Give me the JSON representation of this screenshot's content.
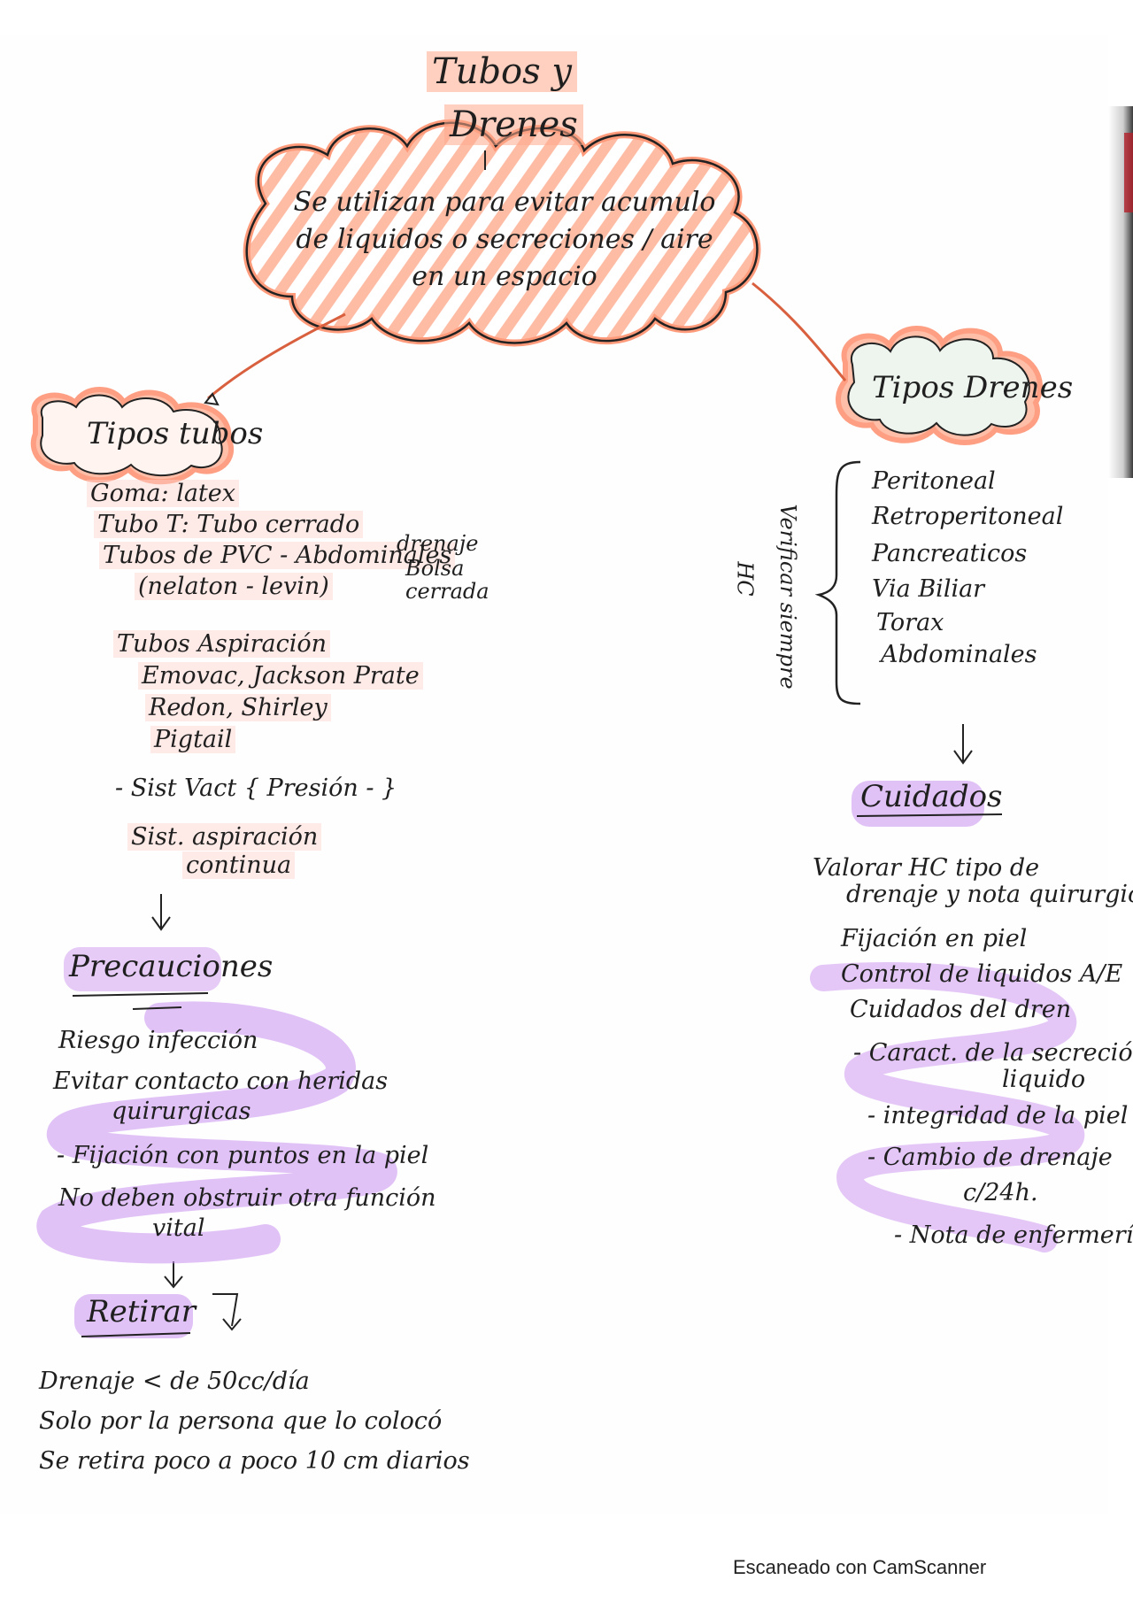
{
  "title": {
    "line1": "Tubos y",
    "line2": "Drenes"
  },
  "definition": {
    "text": "Se utilizan para evitar acumulo de liquidos o secreciones / aire en un espacio"
  },
  "left": {
    "node": "Tipos tubos",
    "items": [
      "Goma: latex",
      "Tubo T: Tubo cerrado",
      "Tubos de PVC - Abdominales",
      "(nelaton - levin)"
    ],
    "side_note": [
      "drenaje",
      "Bolsa",
      "cerrada"
    ],
    "aspiration": {
      "header": "Tubos Aspiración",
      "lines": [
        "Emovac, Jackson Prate",
        "Redon, Shirley",
        "Pigtail"
      ]
    },
    "vacuum": "- Sist Vact { Presión - }",
    "continuous": [
      "Sist. aspiración",
      "continua"
    ]
  },
  "precautions": {
    "node": "Precauciones",
    "items": [
      "Riesgo infección",
      "Evitar contacto con heridas",
      "quirurgicas",
      "- Fijación con puntos en la piel",
      "No deben obstruir otra función",
      "vital"
    ]
  },
  "remove": {
    "node": "Retirar",
    "items": [
      "Drenaje < de 50cc/día",
      "Solo por la persona que lo colocó",
      "Se retira poco a poco 10 cm diarios"
    ]
  },
  "right": {
    "node": "Tipos Drenes",
    "brace_label": [
      "Verificar siempre",
      "HC"
    ],
    "items": [
      "Peritoneal",
      "Retroperitoneal",
      "Pancreaticos",
      "Via Biliar",
      "Torax",
      "Abdominales"
    ]
  },
  "care": {
    "node": "Cuidados",
    "items": [
      "Valorar HC tipo de",
      "drenaje y nota quirurgica",
      "Fijación en piel",
      "Control de liquidos A/E",
      "Cuidados del dren",
      "- Caract. de la secreción o",
      "liquido",
      "- integridad de la piel",
      "- Cambio de drenaje",
      "c/24h.",
      "- Nota de enfermería"
    ]
  },
  "footer": {
    "text": "Escaneado con CamScanner"
  }
}
